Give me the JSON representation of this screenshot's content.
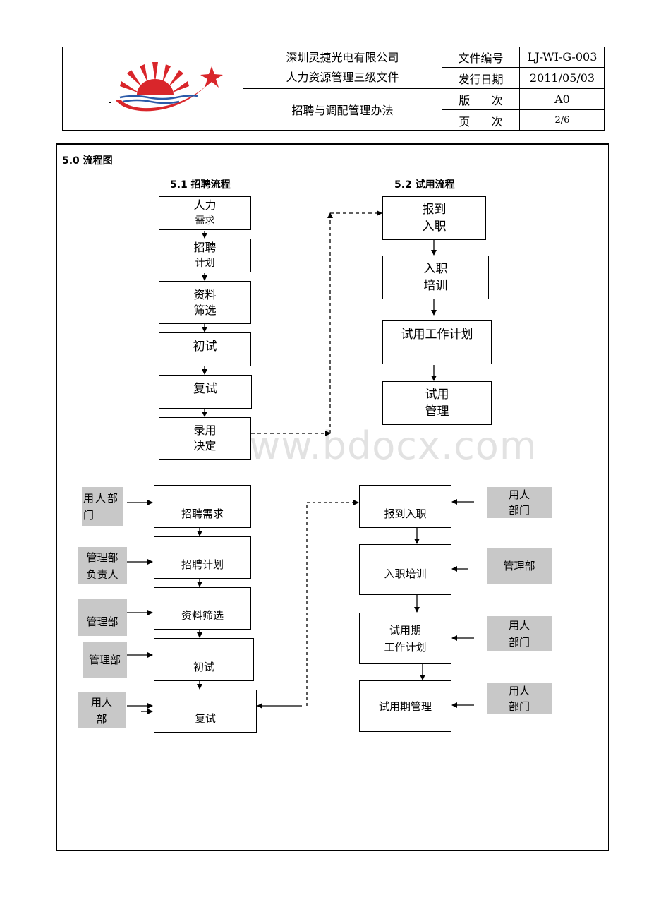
{
  "header": {
    "company": "深圳灵捷光电有限公司",
    "doc_level": "人力资源管理三级文件",
    "doc_title": "招聘与调配管理办法",
    "labels": {
      "doc_no": "文件编号",
      "issue_date": "发行日期",
      "version": "版      次",
      "page": "页      次"
    },
    "values": {
      "doc_no": "LJ-WI-G-003",
      "issue_date": "2011/05/03",
      "version": "A0",
      "page": "2/6"
    },
    "logo_icon": "sun-star-logo-icon",
    "logo_dash": "-"
  },
  "section": {
    "title": "5.0 流程图"
  },
  "flow_recruit": {
    "title": "5.1 招聘流程",
    "steps": [
      {
        "line1": "人力",
        "line2": "需求"
      },
      {
        "line1": "招聘",
        "line2": "计划"
      },
      {
        "line1": "资料",
        "line2": "筛选"
      },
      {
        "line1": "初试",
        "line2": ""
      },
      {
        "line1": "复试",
        "line2": ""
      },
      {
        "line1": "录用",
        "line2": "决定"
      }
    ]
  },
  "flow_trial": {
    "title": "5.2 试用流程",
    "steps": [
      {
        "line1": "报到",
        "line2": "入职"
      },
      {
        "line1": "入职",
        "line2": "培训"
      },
      {
        "line1": "试用工作计划",
        "line2": ""
      },
      {
        "line1": "试用",
        "line2": "管理"
      }
    ]
  },
  "watermark": "www.bdocx.com",
  "detail_left": {
    "steps": [
      "招聘需求",
      "招聘计划",
      "资料筛选",
      "初试",
      "复试"
    ],
    "owners": [
      {
        "line1": "用人部",
        "line2": "门"
      },
      {
        "line1": "管理部",
        "line2": "负责人"
      },
      {
        "line1": "管理部",
        "line2": ""
      },
      {
        "line1": "管理部",
        "line2": ""
      },
      {
        "line1": "用人",
        "line2": "部"
      }
    ]
  },
  "detail_right": {
    "steps": [
      {
        "line1": "报到入职",
        "line2": ""
      },
      {
        "line1": "入职培训",
        "line2": ""
      },
      {
        "line1": "试用期",
        "line2": "工作计划"
      },
      {
        "line1": "试用期管理",
        "line2": ""
      }
    ],
    "owners": [
      {
        "line1": "用人",
        "line2": "部门"
      },
      {
        "line1": "管理部",
        "line2": ""
      },
      {
        "line1": "用人",
        "line2": "部门"
      },
      {
        "line1": "用人",
        "line2": "部门"
      }
    ]
  },
  "colors": {
    "logo_red": "#d9262b",
    "logo_blue": "#2b5aa8",
    "tag_gray": "#c8c8c8"
  }
}
